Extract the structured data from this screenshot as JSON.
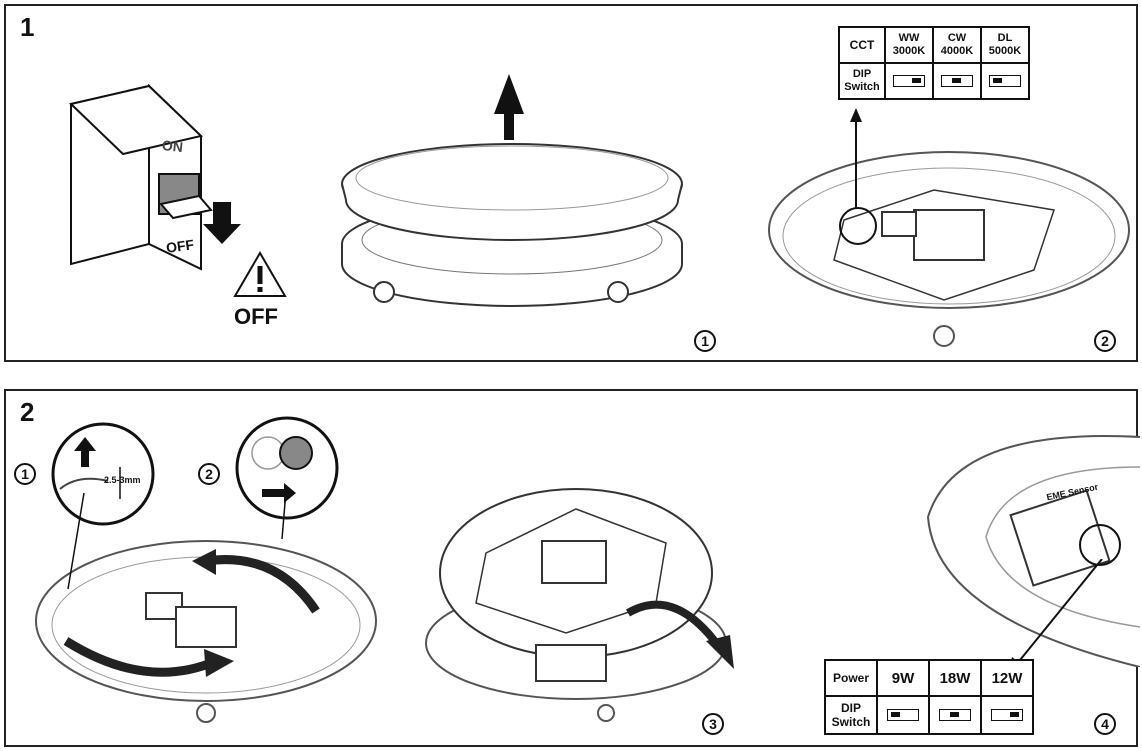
{
  "panel1": {
    "number": "1",
    "switch_on_label": "ON",
    "switch_off_label": "OFF",
    "warning_text": "OFF",
    "step_labels": [
      "1",
      "2"
    ],
    "cct_table": {
      "header_label": "CCT",
      "columns": [
        {
          "top": "WW",
          "bottom": "3000K"
        },
        {
          "top": "CW",
          "bottom": "4000K"
        },
        {
          "top": "DL",
          "bottom": "5000K"
        }
      ],
      "row_label_line1": "DIP",
      "row_label_line2": "Switch",
      "switch_positions": [
        "right",
        "middle",
        "left"
      ]
    }
  },
  "panel2": {
    "number": "2",
    "step_labels": [
      "1",
      "2",
      "3",
      "4"
    ],
    "gap_label": "2.5-3mm",
    "sensor_label": "EME Sensor",
    "power_table": {
      "header_label": "Power",
      "columns": [
        "9W",
        "18W",
        "12W"
      ],
      "row_label_line1": "DIP",
      "row_label_line2": "Switch",
      "switch_positions": [
        "left",
        "middle",
        "right"
      ]
    }
  }
}
